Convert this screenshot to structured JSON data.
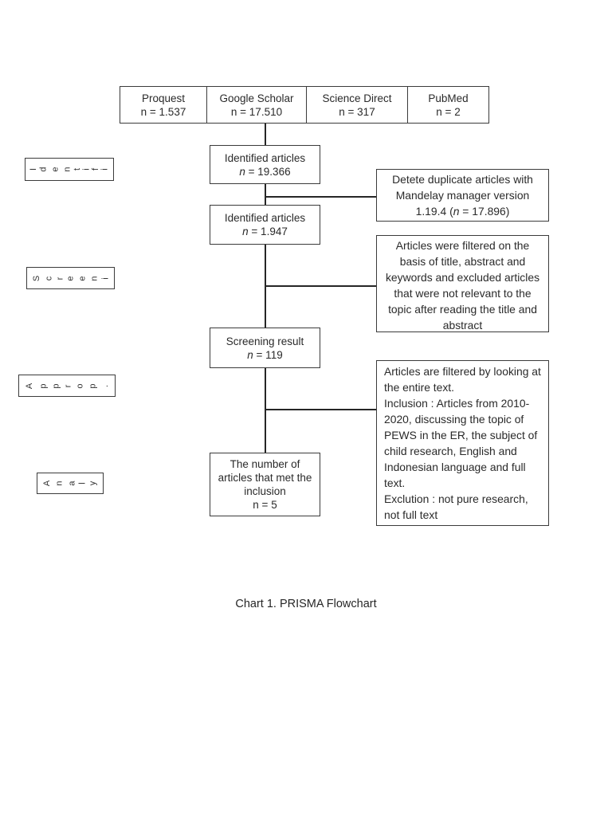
{
  "caption": "Chart 1. PRISMA Flowchart",
  "sources": [
    {
      "name": "Proquest",
      "count": "n = 1.537"
    },
    {
      "name": "Google Scholar",
      "count": "n = 17.510"
    },
    {
      "name": "Science Direct",
      "count": "n = 317"
    },
    {
      "name": "PubMed",
      "count": "n = 2"
    }
  ],
  "stage_labels": [
    {
      "text": "Identifi"
    },
    {
      "text": "Screeni"
    },
    {
      "text": "Approp."
    },
    {
      "text": "Analy"
    }
  ],
  "flow_boxes": {
    "identified_total": {
      "title": "Identified articles",
      "n_italic": "n",
      "n_rest": " = 19.366"
    },
    "identified_dedup": {
      "title": "Identified articles",
      "n_italic": "n",
      "n_rest": " = 1.947"
    },
    "screening_result": {
      "title": "Screening result",
      "n_italic": "n",
      "n_rest": " = 119"
    },
    "included": {
      "text": "The number of\narticles that met the\ninclusion\nn = 5"
    }
  },
  "side_boxes": {
    "duplicates": {
      "lines": "Detete duplicate articles with\nMandelay manager version",
      "tail_pre": "1.19.4 (",
      "tail_n": "n",
      "tail_post": " = 17.896)"
    },
    "filtered": {
      "text": "Articles were filtered on the\nbasis of title, abstract and\nkeywords and excluded articles\nthat were not relevant to the\ntopic after reading the title and\nabstract"
    },
    "criteria": {
      "text": "Articles are filtered by looking at\nthe entire text.\nInclusion : Articles from 2010-\n2020, discussing the topic of\nPEWS in the ER, the subject of\nchild research, English and\nIndonesian language and full\ntext.\nExclution : not pure research,\nnot full text"
    }
  },
  "colors": {
    "background": "#ffffff",
    "text": "#2a2a2a",
    "border": "#3b3b3b",
    "connector": "#262626"
  }
}
